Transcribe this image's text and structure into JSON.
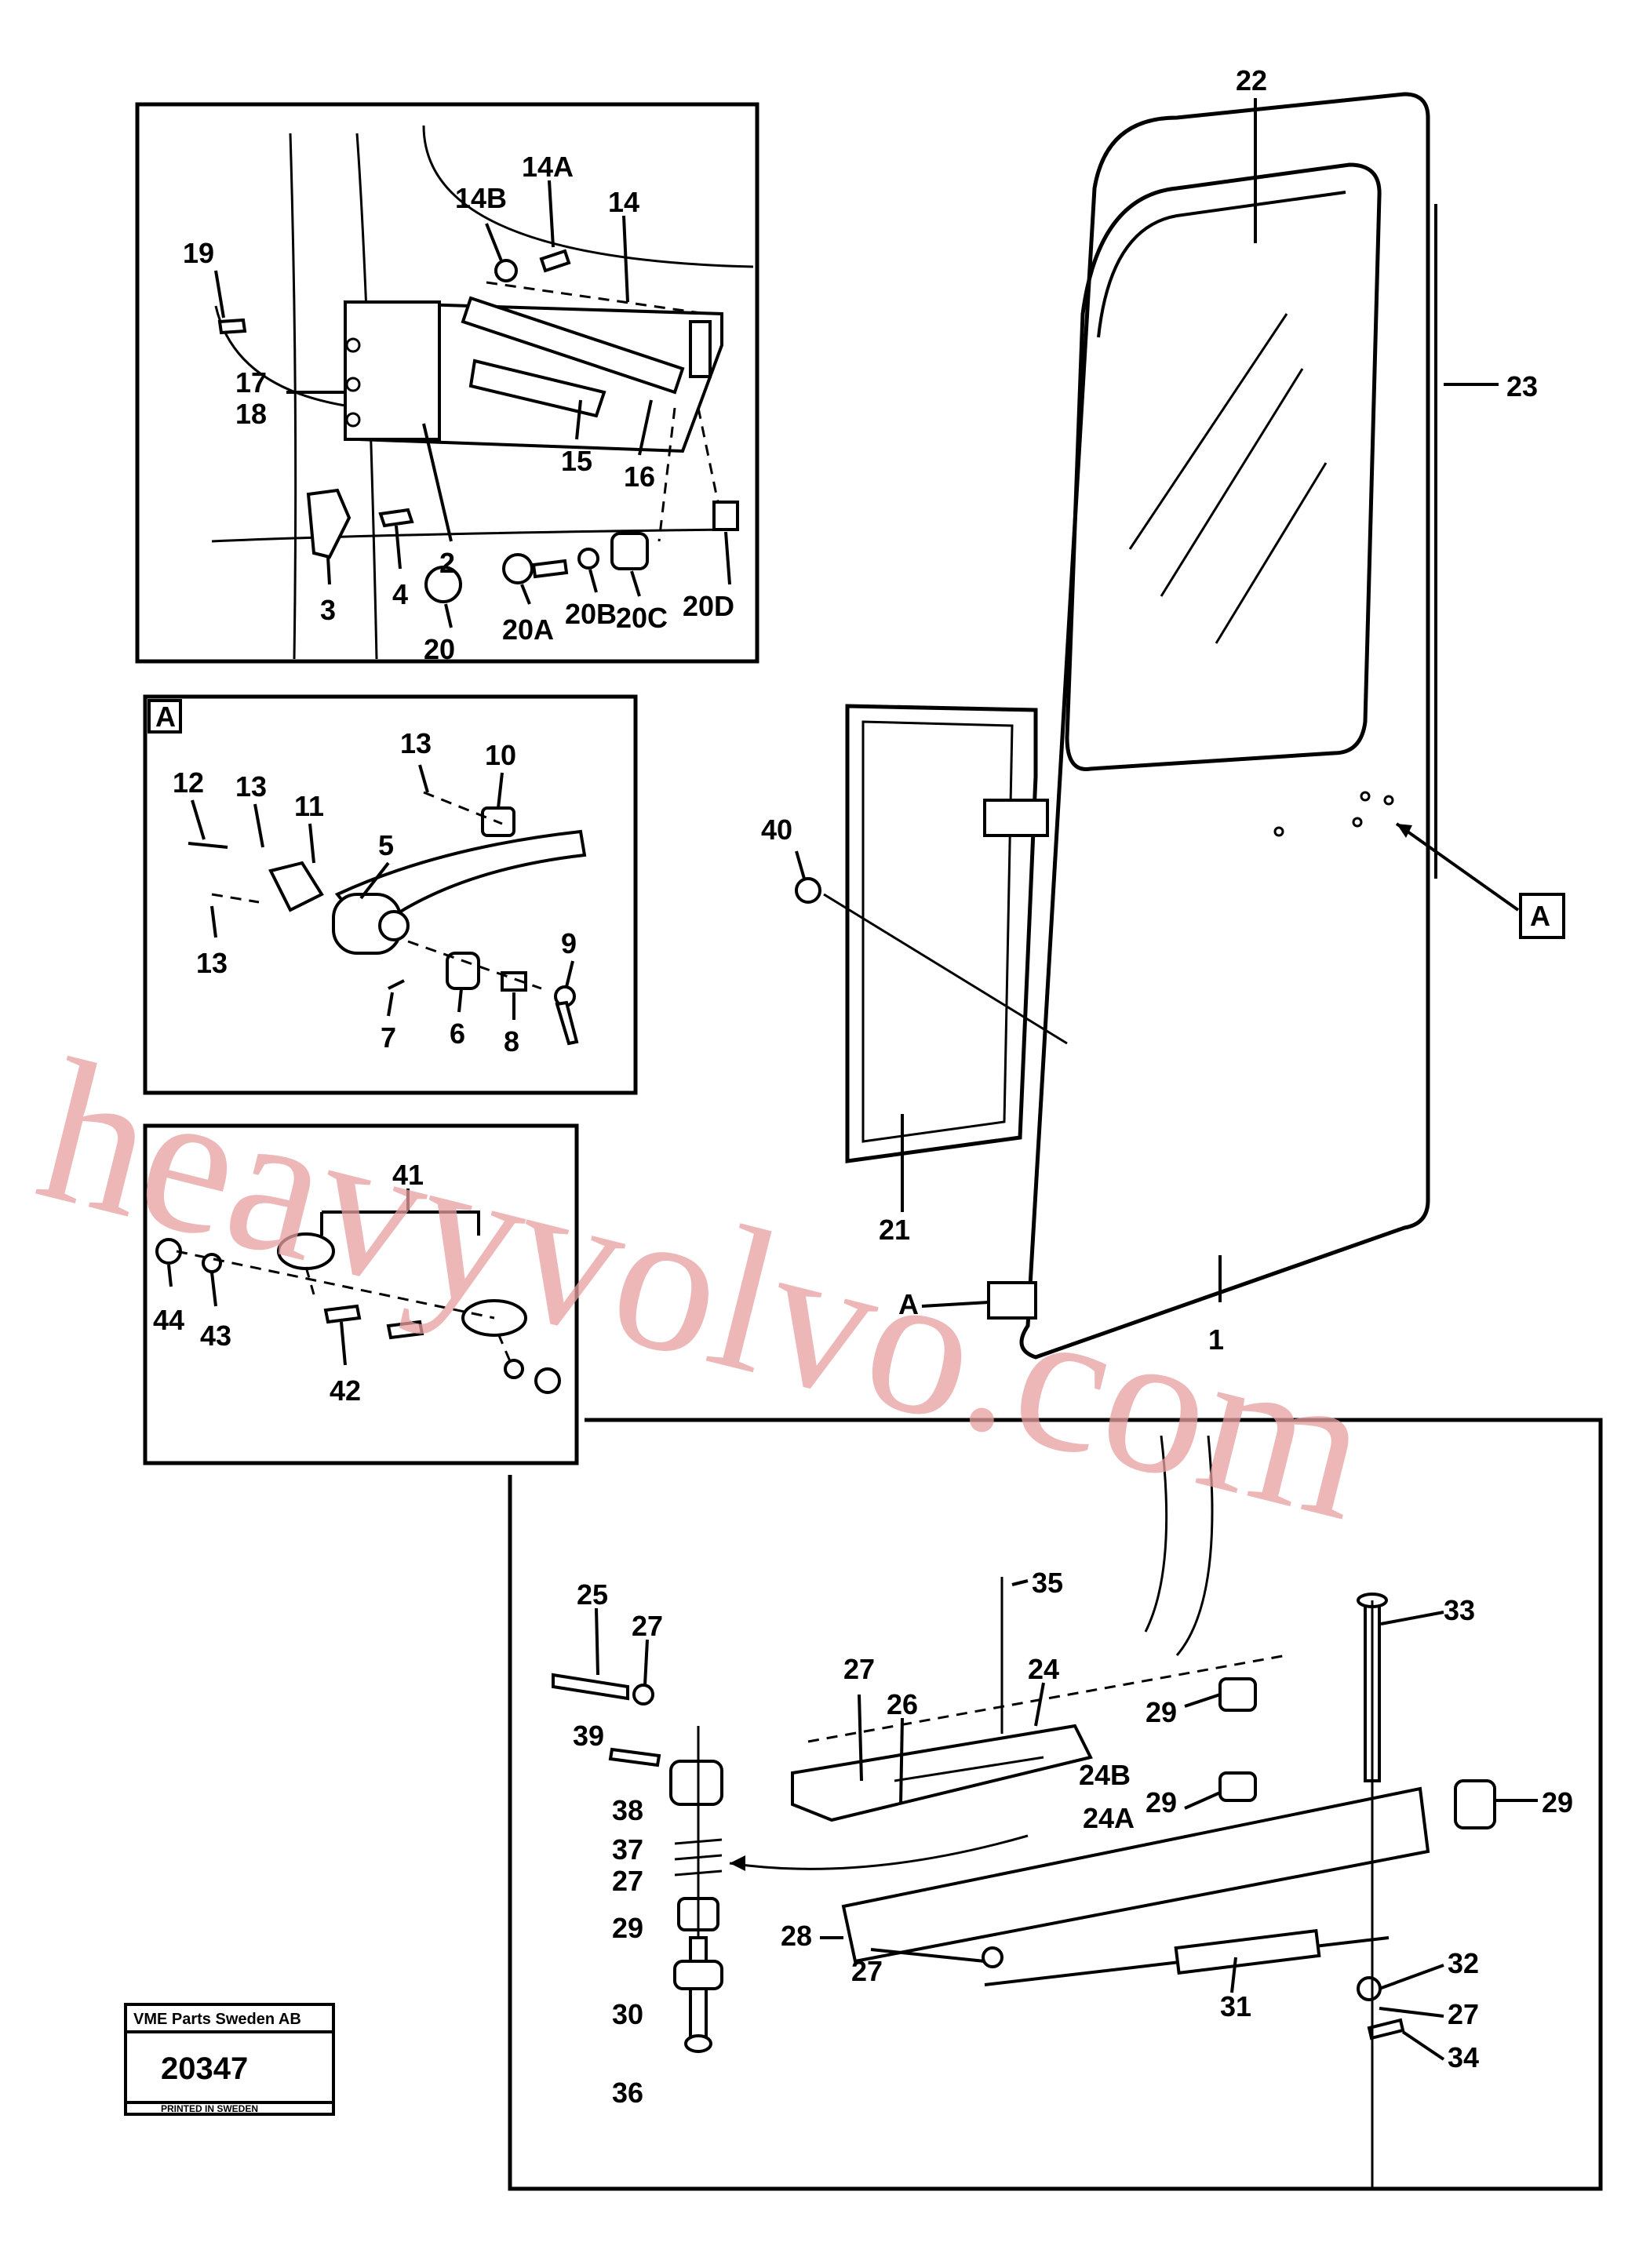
{
  "watermark": "heavyvolvo.com",
  "stamp": {
    "company": "VME Parts Sweden AB",
    "number": "20347",
    "footer": "PRINTED IN SWEDEN"
  },
  "callouts": {
    "top_left": [
      "19",
      "14B",
      "14A",
      "14",
      "17",
      "18",
      "15",
      "16",
      "2",
      "3",
      "4",
      "20",
      "20A",
      "20B",
      "20C",
      "20D"
    ],
    "detail_a": [
      "12",
      "13",
      "11",
      "13",
      "10",
      "5",
      "13",
      "9",
      "6",
      "8",
      "7"
    ],
    "detail_a_marker": "A",
    "hinge_detail": [
      "41",
      "44",
      "43",
      "42"
    ],
    "door": [
      "22",
      "23",
      "40",
      "A",
      "21",
      "A",
      "1"
    ],
    "lower": [
      "25",
      "27",
      "35",
      "33",
      "27",
      "26",
      "24",
      "29",
      "39",
      "24B",
      "29",
      "38",
      "24A",
      "29",
      "37",
      "27",
      "29",
      "28",
      "32",
      "27",
      "30",
      "31",
      "27",
      "34",
      "36"
    ]
  },
  "colors": {
    "ink": "#000000",
    "paper": "#ffffff",
    "watermark": "#e8a0a0"
  }
}
